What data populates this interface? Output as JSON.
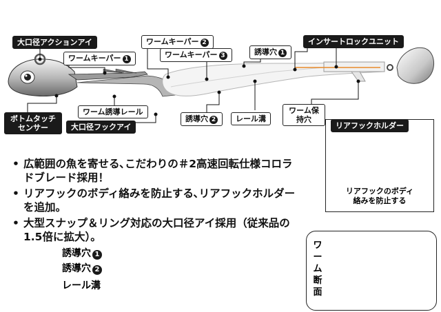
{
  "labels": {
    "large_eye_accent": "大口径アクションアイ",
    "worm_keeper_1_text": "ワームキーパー",
    "worm_keeper_1_num": "1",
    "worm_keeper_2_text": "ワームキーパー",
    "worm_keeper_2_num": "2",
    "worm_keeper_3_text": "ワームキーパー",
    "worm_keeper_3_num": "3",
    "guide_hole_1_text": "誘導穴",
    "guide_hole_1_num": "1",
    "insert_lock_unit": "インサートロックユニット",
    "bottom_touch_sensor": "ボトムタッチセンサー",
    "worm_guide_rail": "ワーム誘導レール",
    "large_hook_eye": "大口径フックアイ",
    "guide_hole_2_text": "誘導穴",
    "guide_hole_2_num": "2",
    "rail_groove": "レール溝",
    "worm_holding_hole": "ワーム保持穴"
  },
  "rear_hook_holder": {
    "title": "リアフックホルダー",
    "caption_line1": "リアフックのボディ",
    "caption_line2": "絡みを防止する"
  },
  "features": [
    "広範囲の魚を寄せる､こだわりの＃2高速回転仕様コロラドブレード採用！",
    "リアフックのボディ絡みを防止する､リアフックホルダーを追加。",
    "大型スナップ＆リング対応の大口径アイ採用（従来品の1.5倍に拡大）。"
  ],
  "worm_cross_section": {
    "title": "ワーム断面",
    "items": [
      {
        "text": "誘導穴",
        "num": "1"
      },
      {
        "text": "誘導穴",
        "num": "2"
      },
      {
        "text": "レール溝",
        "num": ""
      }
    ]
  },
  "colors": {
    "line_accent": "#e88a2a"
  }
}
